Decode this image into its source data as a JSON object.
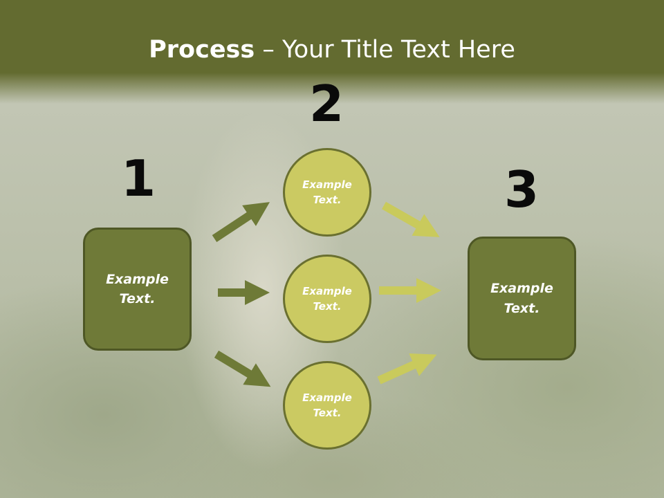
{
  "title": {
    "bold": "Process",
    "rest": " – Your Title Text Here"
  },
  "steps": [
    {
      "number": "1",
      "text": "Example Text."
    },
    {
      "number": "2",
      "items": [
        "Example Text.",
        "Example Text.",
        "Example Text."
      ]
    },
    {
      "number": "3",
      "text": "Example Text."
    }
  ],
  "colors": {
    "header": "#636b30",
    "box": "#6f7a38",
    "circle": "#cbca62",
    "arrow_left": "#6e7a37",
    "arrow_right": "#c9ca5c"
  }
}
